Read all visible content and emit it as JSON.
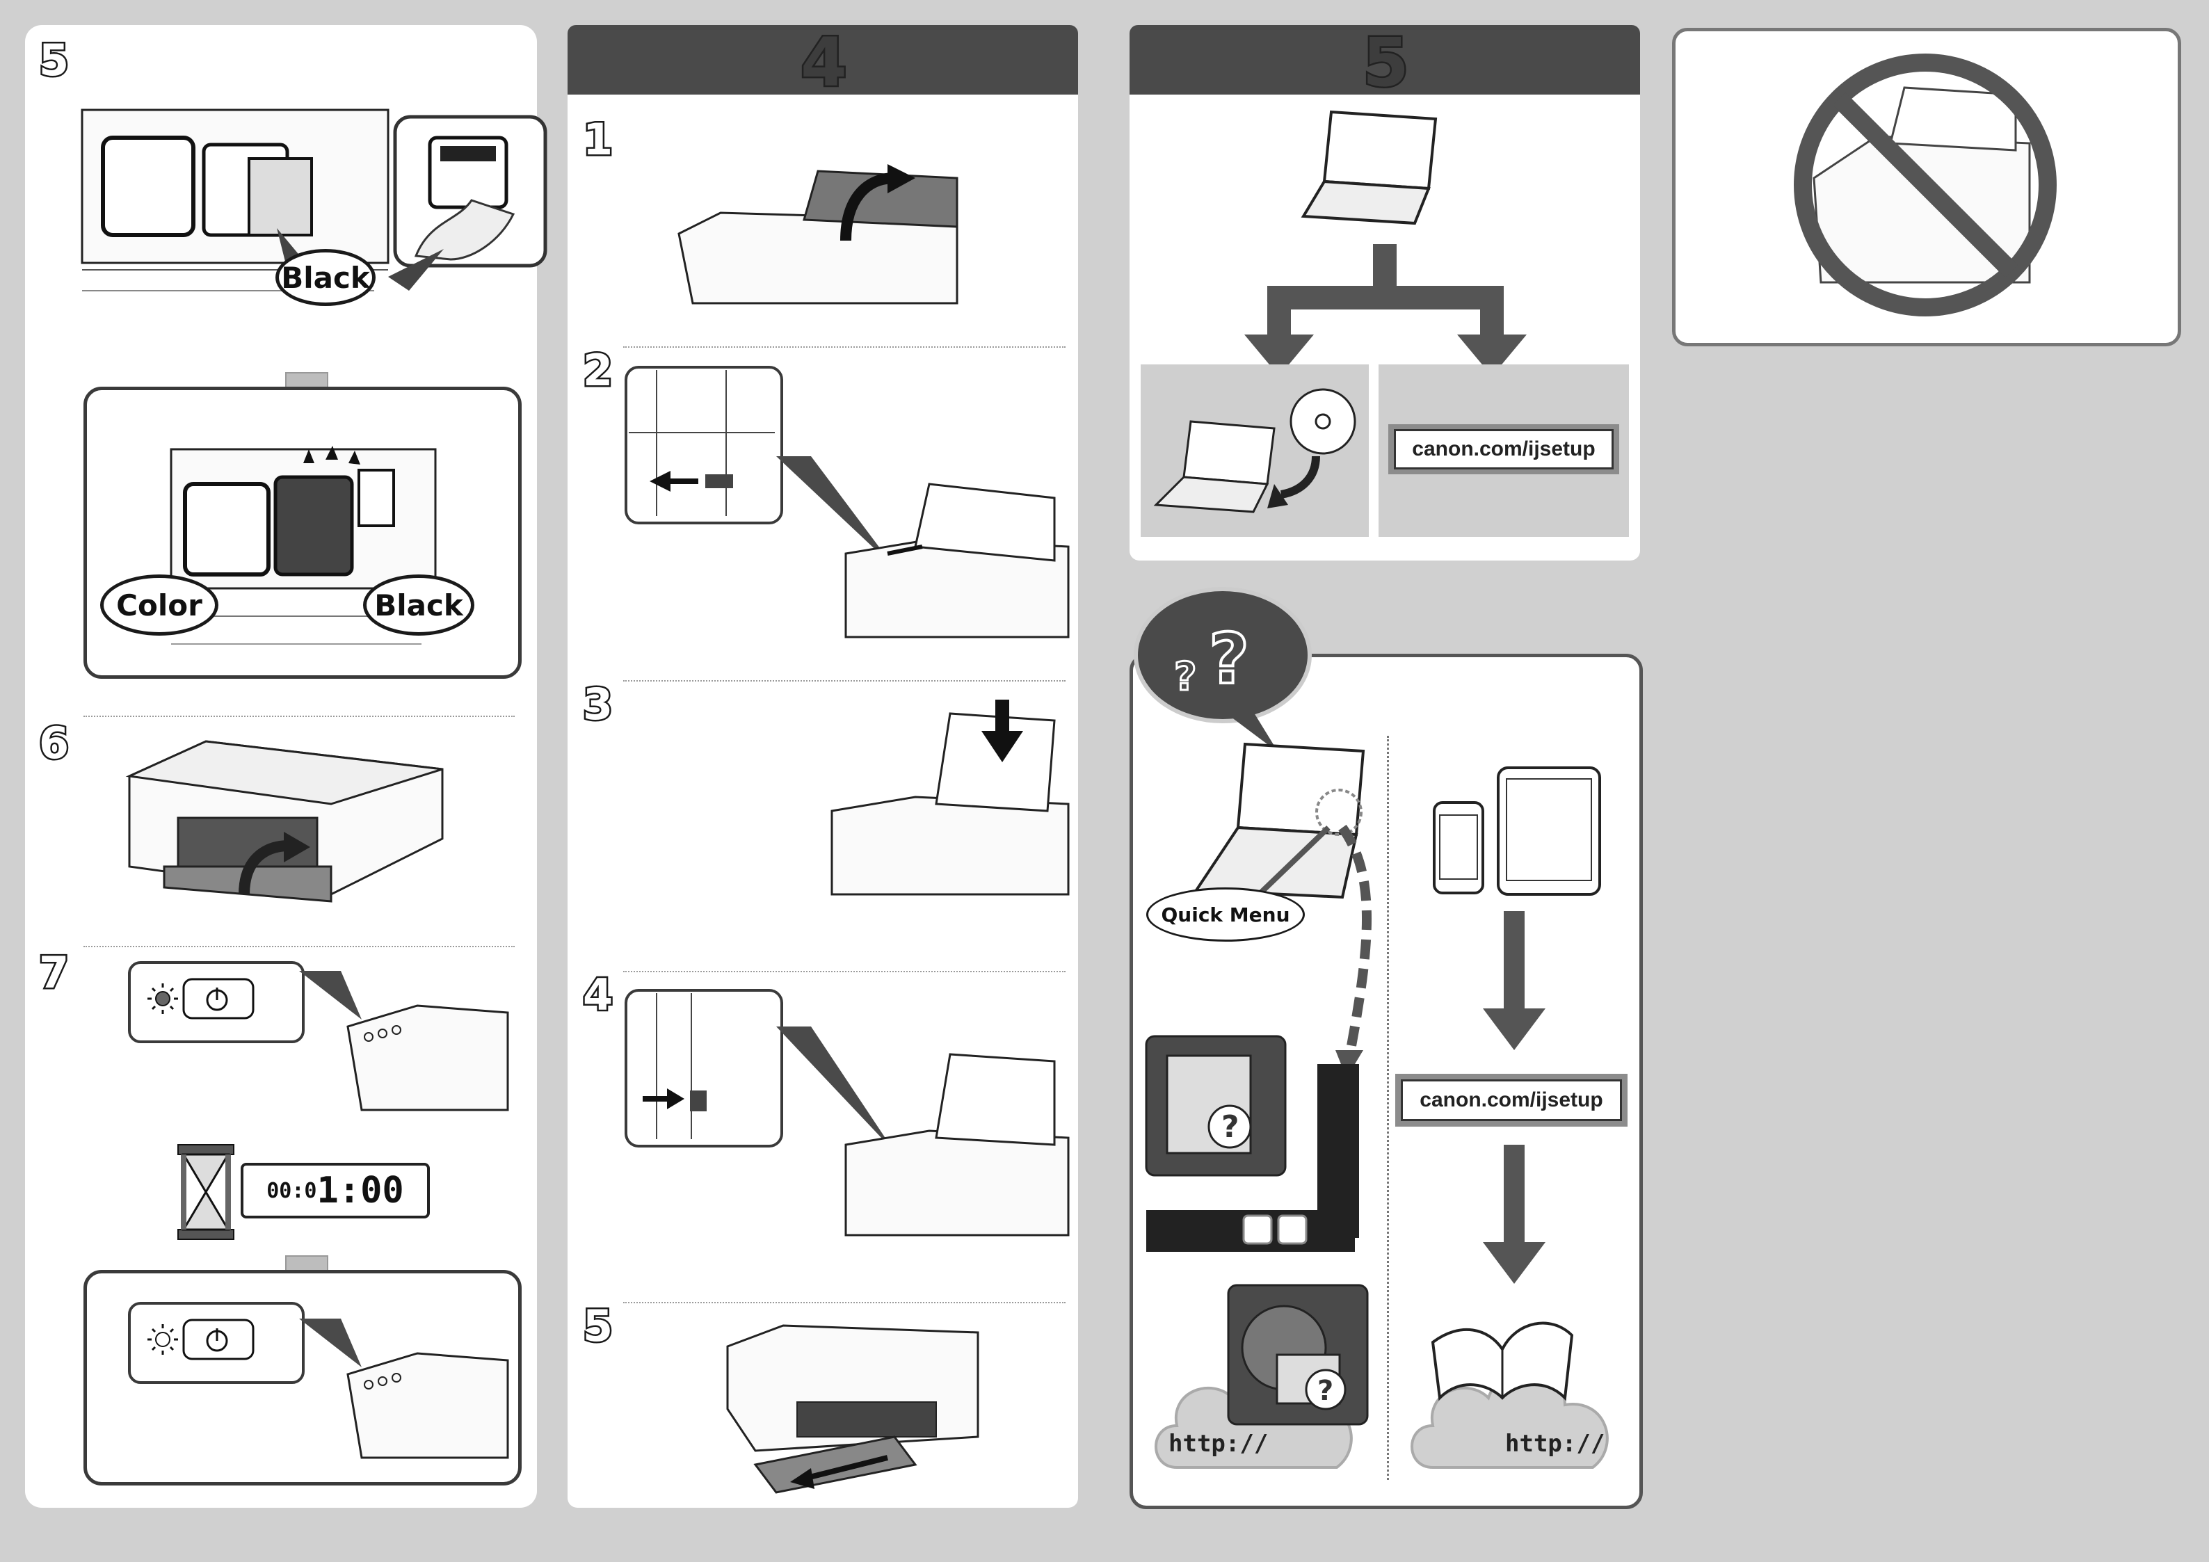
{
  "page": {
    "background": "#d0d0d0",
    "accent_dark": "#4a4a4a"
  },
  "panel_cartridge": {
    "step_5": "5",
    "step_6": "6",
    "step_7": "7",
    "label_black_top": "Black",
    "label_color": "Color",
    "label_black_bottom": "Black",
    "timer_small": "00:0",
    "timer_large": "1:00"
  },
  "panel_paper": {
    "header_num": "4",
    "steps": [
      "1",
      "2",
      "3",
      "4",
      "5"
    ]
  },
  "panel_software": {
    "header_num": "5",
    "url": "canon.com/ijsetup"
  },
  "panel_help": {
    "quick_menu": "Quick Menu",
    "url": "canon.com/ijsetup",
    "http_left": "http://",
    "http_right": "http://"
  },
  "icons": [
    "power-icon",
    "hourglass-icon",
    "laptop-icon",
    "cd-icon",
    "question-icon",
    "smartphone-icon",
    "tablet-icon",
    "book-icon",
    "prohibited-icon"
  ]
}
